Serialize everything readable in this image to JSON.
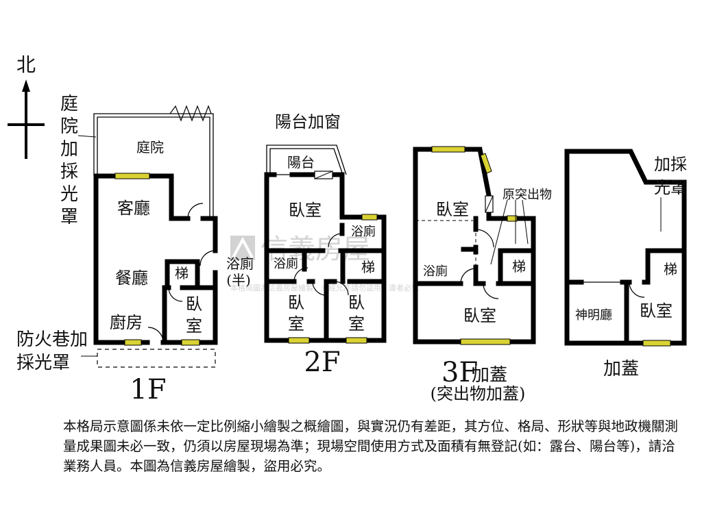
{
  "compass": {
    "north": "北"
  },
  "floors": {
    "f1": {
      "label": "1F",
      "rooms": {
        "yard": "庭院",
        "living": "客廳",
        "dining": "餐廳",
        "kitchen": "廚房",
        "stairs": "梯",
        "bedroom_top": "臥",
        "bedroom_bottom": "室",
        "bath": "浴廁",
        "bath_note": "(半)"
      },
      "annotations": {
        "yard_cover": [
          "庭",
          "院",
          "加",
          "採",
          "光",
          "罩"
        ],
        "fire_lane_line1": "防火巷加",
        "fire_lane_line2": "採光罩"
      }
    },
    "f2": {
      "label": "2F",
      "rooms": {
        "balcony": "陽台",
        "bedroom_main": "臥室",
        "bath_right": "浴廁",
        "bath_left": "浴廁",
        "stairs": "梯",
        "bedroom_a_top": "臥",
        "bedroom_a_bottom": "室",
        "bedroom_b_top": "臥",
        "bedroom_b_bottom": "室"
      },
      "annotations": {
        "balcony_window": "陽台加窗"
      }
    },
    "f3": {
      "label": "3F",
      "label_suffix": "加蓋",
      "sub_label": "(突出物加蓋)",
      "rooms": {
        "bedroom_top": "臥室",
        "bath": "浴廁",
        "stairs": "梯",
        "bedroom_bottom": "臥室"
      },
      "annotations": {
        "original_protrusion": "原突出物"
      }
    },
    "roof": {
      "label": "加蓋",
      "rooms": {
        "shrine": "神明廳",
        "bedroom": "臥室",
        "stairs": "梯"
      },
      "annotations": {
        "skylight_line1": "加採",
        "skylight_line2": "光罩"
      }
    }
  },
  "watermark": {
    "brand": "信義房屋",
    "notice": "本格局圖為信義房屋繪製，未經允許請勿盜用，違者必究"
  },
  "disclaimer": "本格局示意圖係未依一定比例縮小繪製之概繪圖，與實況仍有差距，其方位、格局、形狀等與地政機關測量成果圖未必一致，仍須以房屋現場為準；現場空間使用方式及面積有無登記(如：露台、陽台等)，請洽業務人員。本圖為信義房屋繪製，盜用必究。",
  "colors": {
    "wall": "#000000",
    "window": "#d9d233",
    "watermark": "#bdbdbd"
  }
}
